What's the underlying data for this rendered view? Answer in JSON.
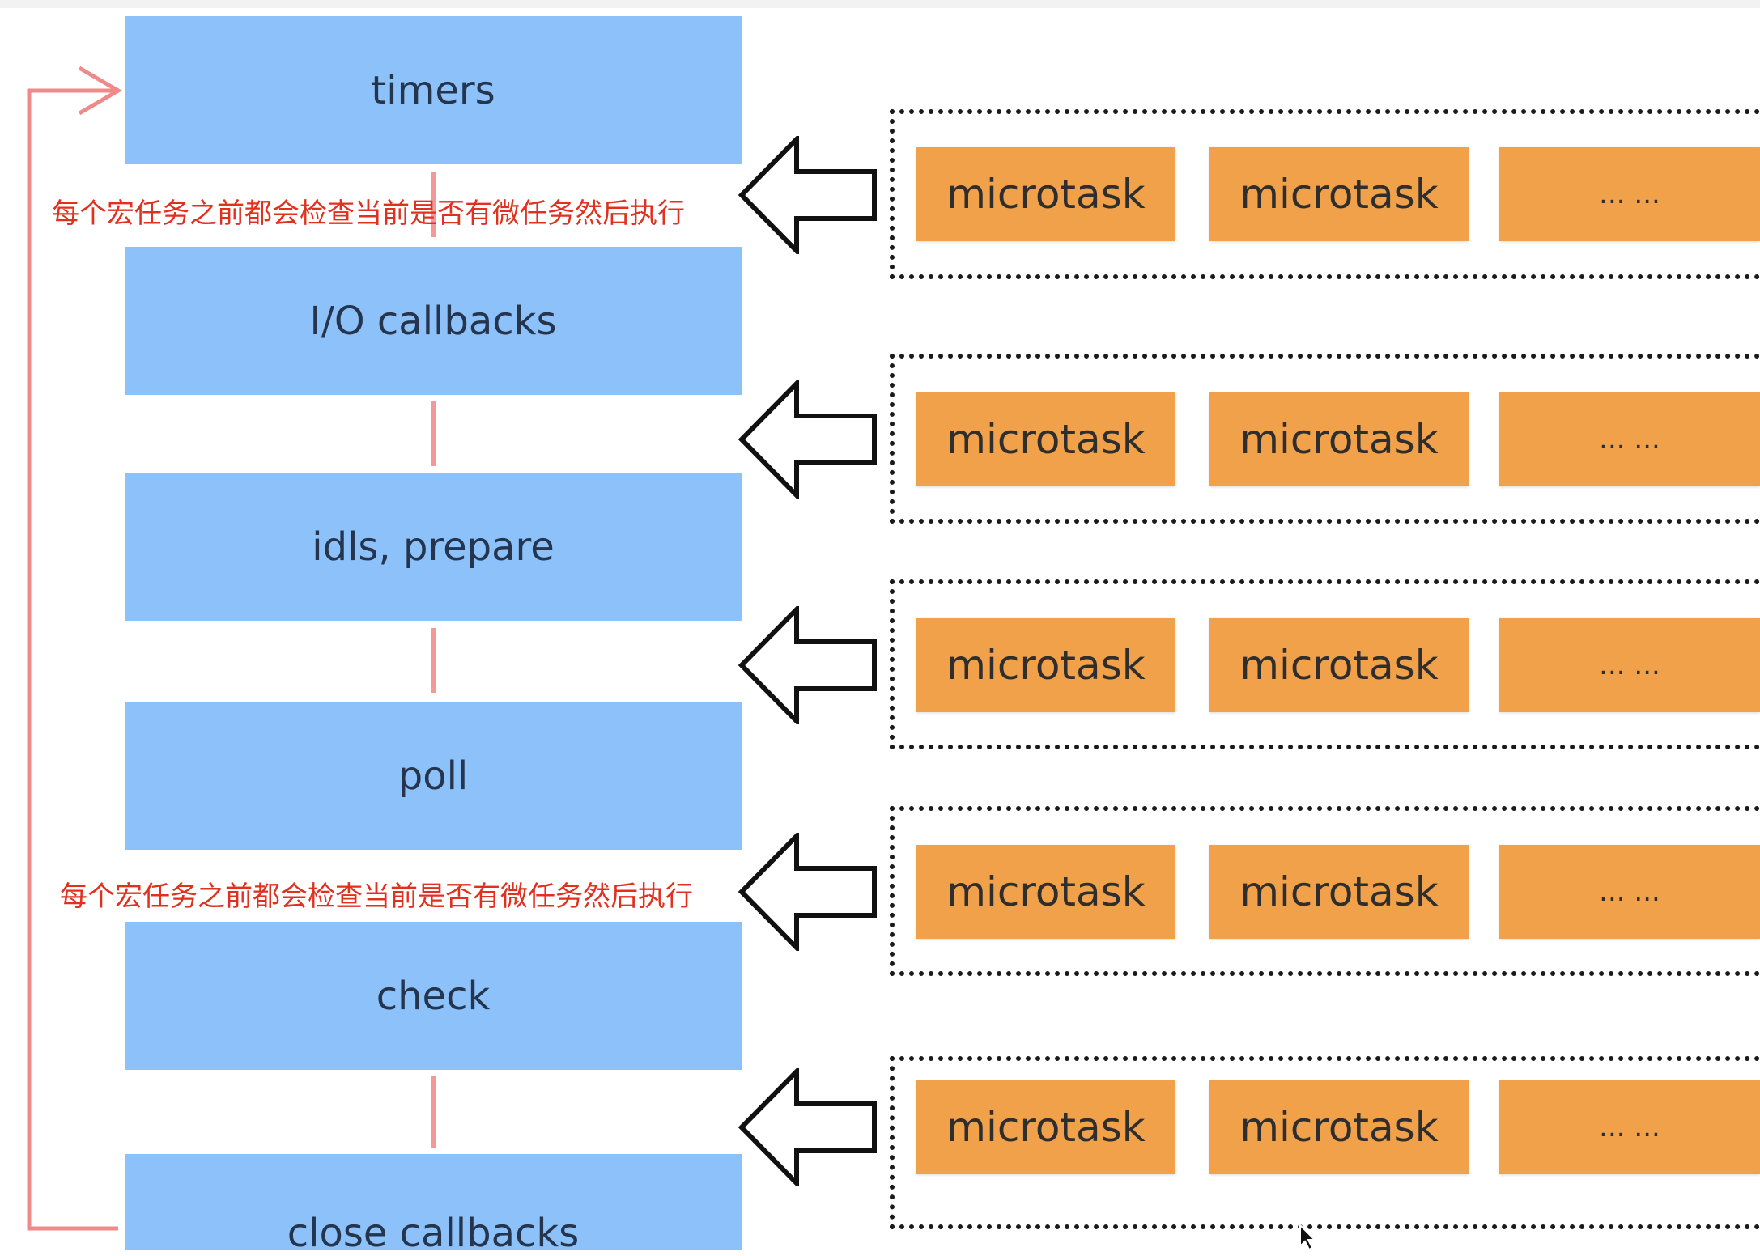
{
  "phases": [
    {
      "label": "timers"
    },
    {
      "label": "I/O callbacks"
    },
    {
      "label": "idls, prepare"
    },
    {
      "label": "poll"
    },
    {
      "label": "check"
    },
    {
      "label": "close callbacks"
    }
  ],
  "notes": {
    "note_top": "每个宏任务之前都会检查当前是否有微任务然后执行",
    "note_bottom": "每个宏任务之前都会检查当前是否有微任务然后执行"
  },
  "queues": [
    {
      "items": [
        "microtask",
        "microtask",
        "... ..."
      ]
    },
    {
      "items": [
        "microtask",
        "microtask",
        "... ..."
      ]
    },
    {
      "items": [
        "microtask",
        "microtask",
        "... ..."
      ]
    },
    {
      "items": [
        "microtask",
        "microtask",
        "... ..."
      ]
    },
    {
      "items": [
        "microtask",
        "microtask",
        "... ..."
      ]
    }
  ],
  "colors": {
    "phase_box": "#8dc1fa",
    "microtask_box": "#f0a14a",
    "loop_arrow": "#f08a8a",
    "note_text": "#e0301e"
  },
  "icons": {
    "queue_arrow": "hollow-left-arrow-icon",
    "loop_arrow": "loop-back-arrow-icon"
  }
}
